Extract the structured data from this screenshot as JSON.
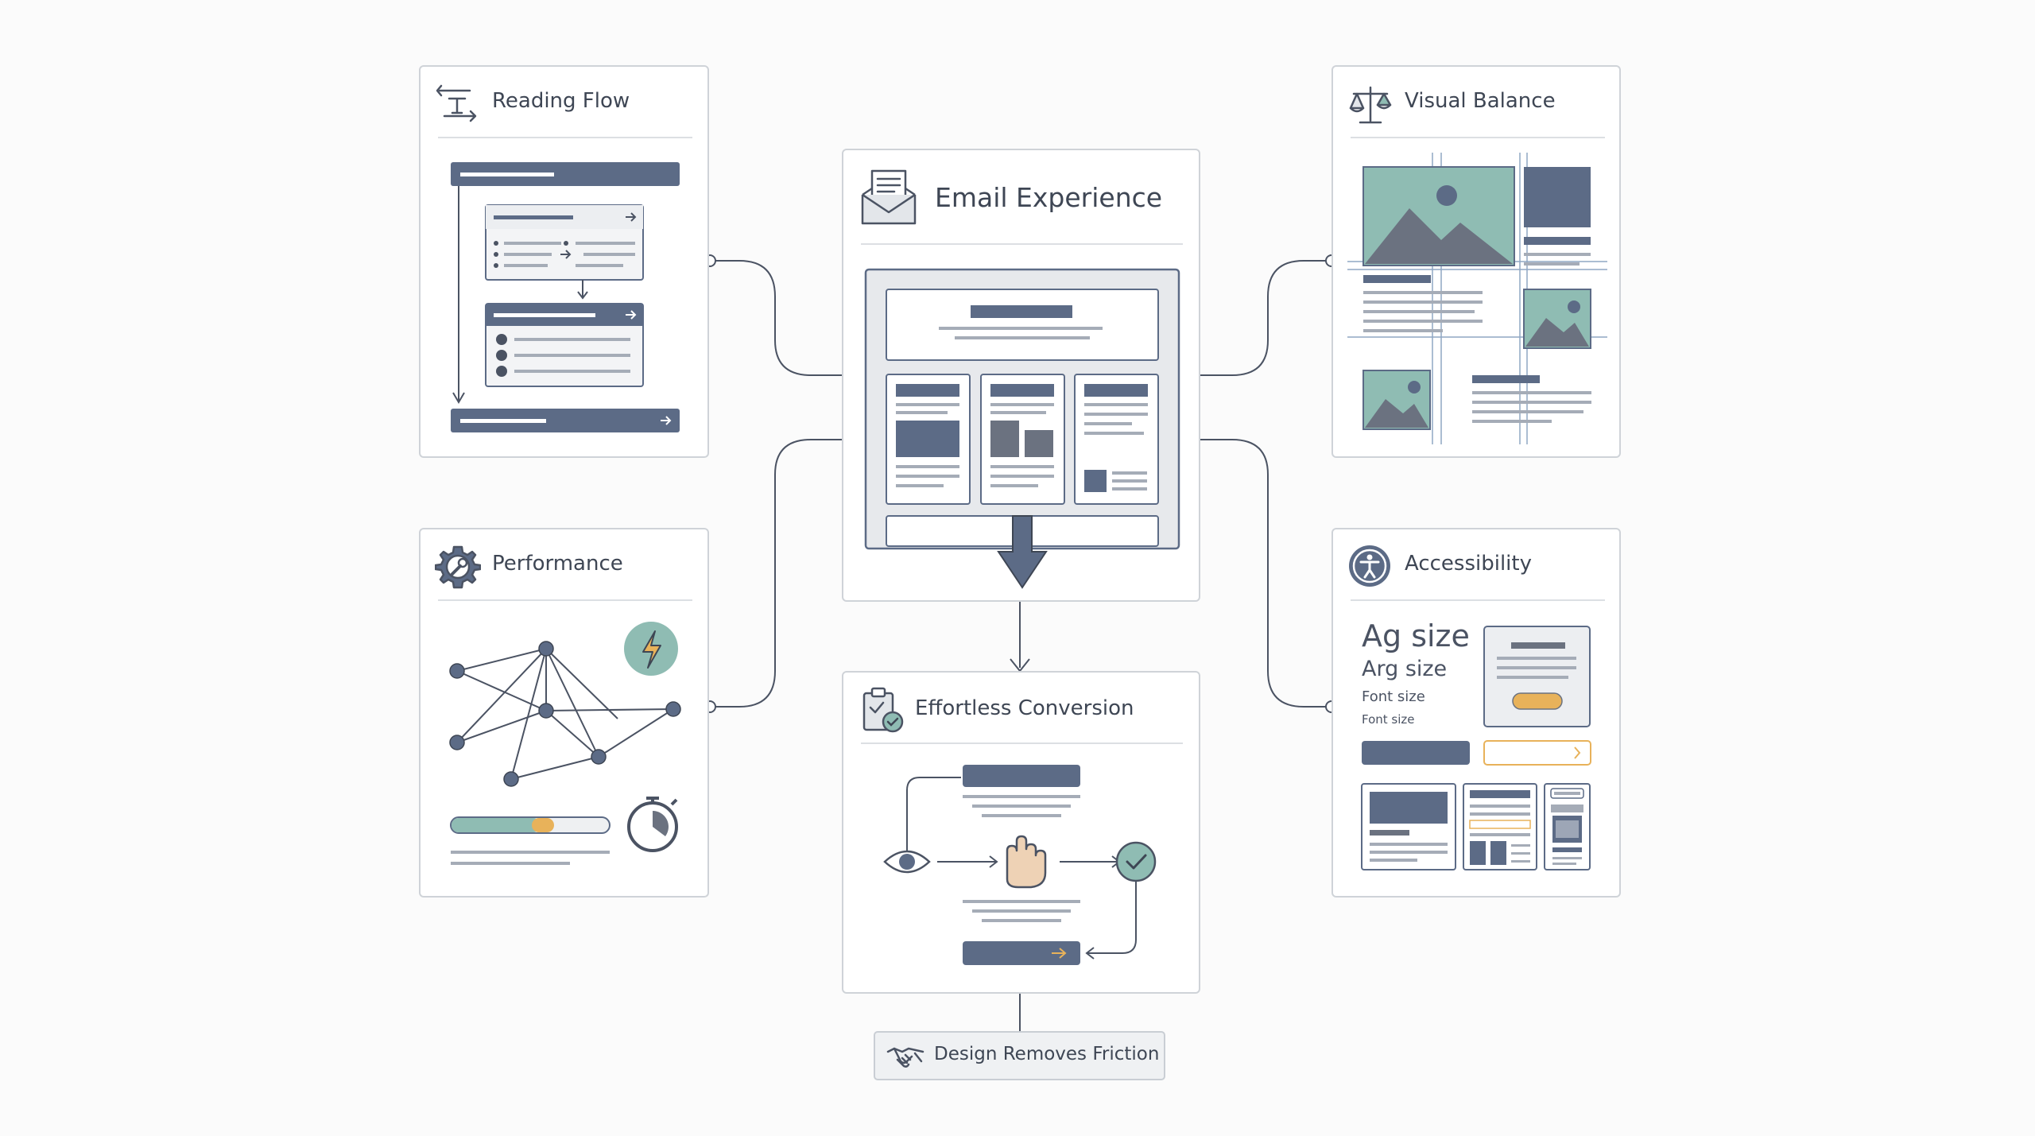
{
  "cards": {
    "reading_flow": {
      "title": "Reading Flow",
      "icon": "text-flow-icon"
    },
    "visual_balance": {
      "title": "Visual Balance",
      "icon": "scales-icon"
    },
    "email_experience": {
      "title": "Email Experience",
      "icon": "envelope-icon"
    },
    "performance": {
      "title": "Performance",
      "icon": "gear-wrench-icon"
    },
    "accessibility": {
      "title": "Accessibility",
      "icon": "accessibility-icon",
      "samples": [
        "Ag size",
        "Arg size",
        "Font size",
        "Font size"
      ]
    },
    "effortless_conversion": {
      "title": "Effortless Conversion",
      "icon": "clipboard-check-icon"
    }
  },
  "footer": {
    "label": "Design Removes Friction",
    "icon": "handshake-icon"
  },
  "colors": {
    "slate": "#5c6b86",
    "teal": "#8fbcb3",
    "amber": "#e8b25a",
    "border": "#cfd3d8",
    "line": "#4b5363"
  }
}
